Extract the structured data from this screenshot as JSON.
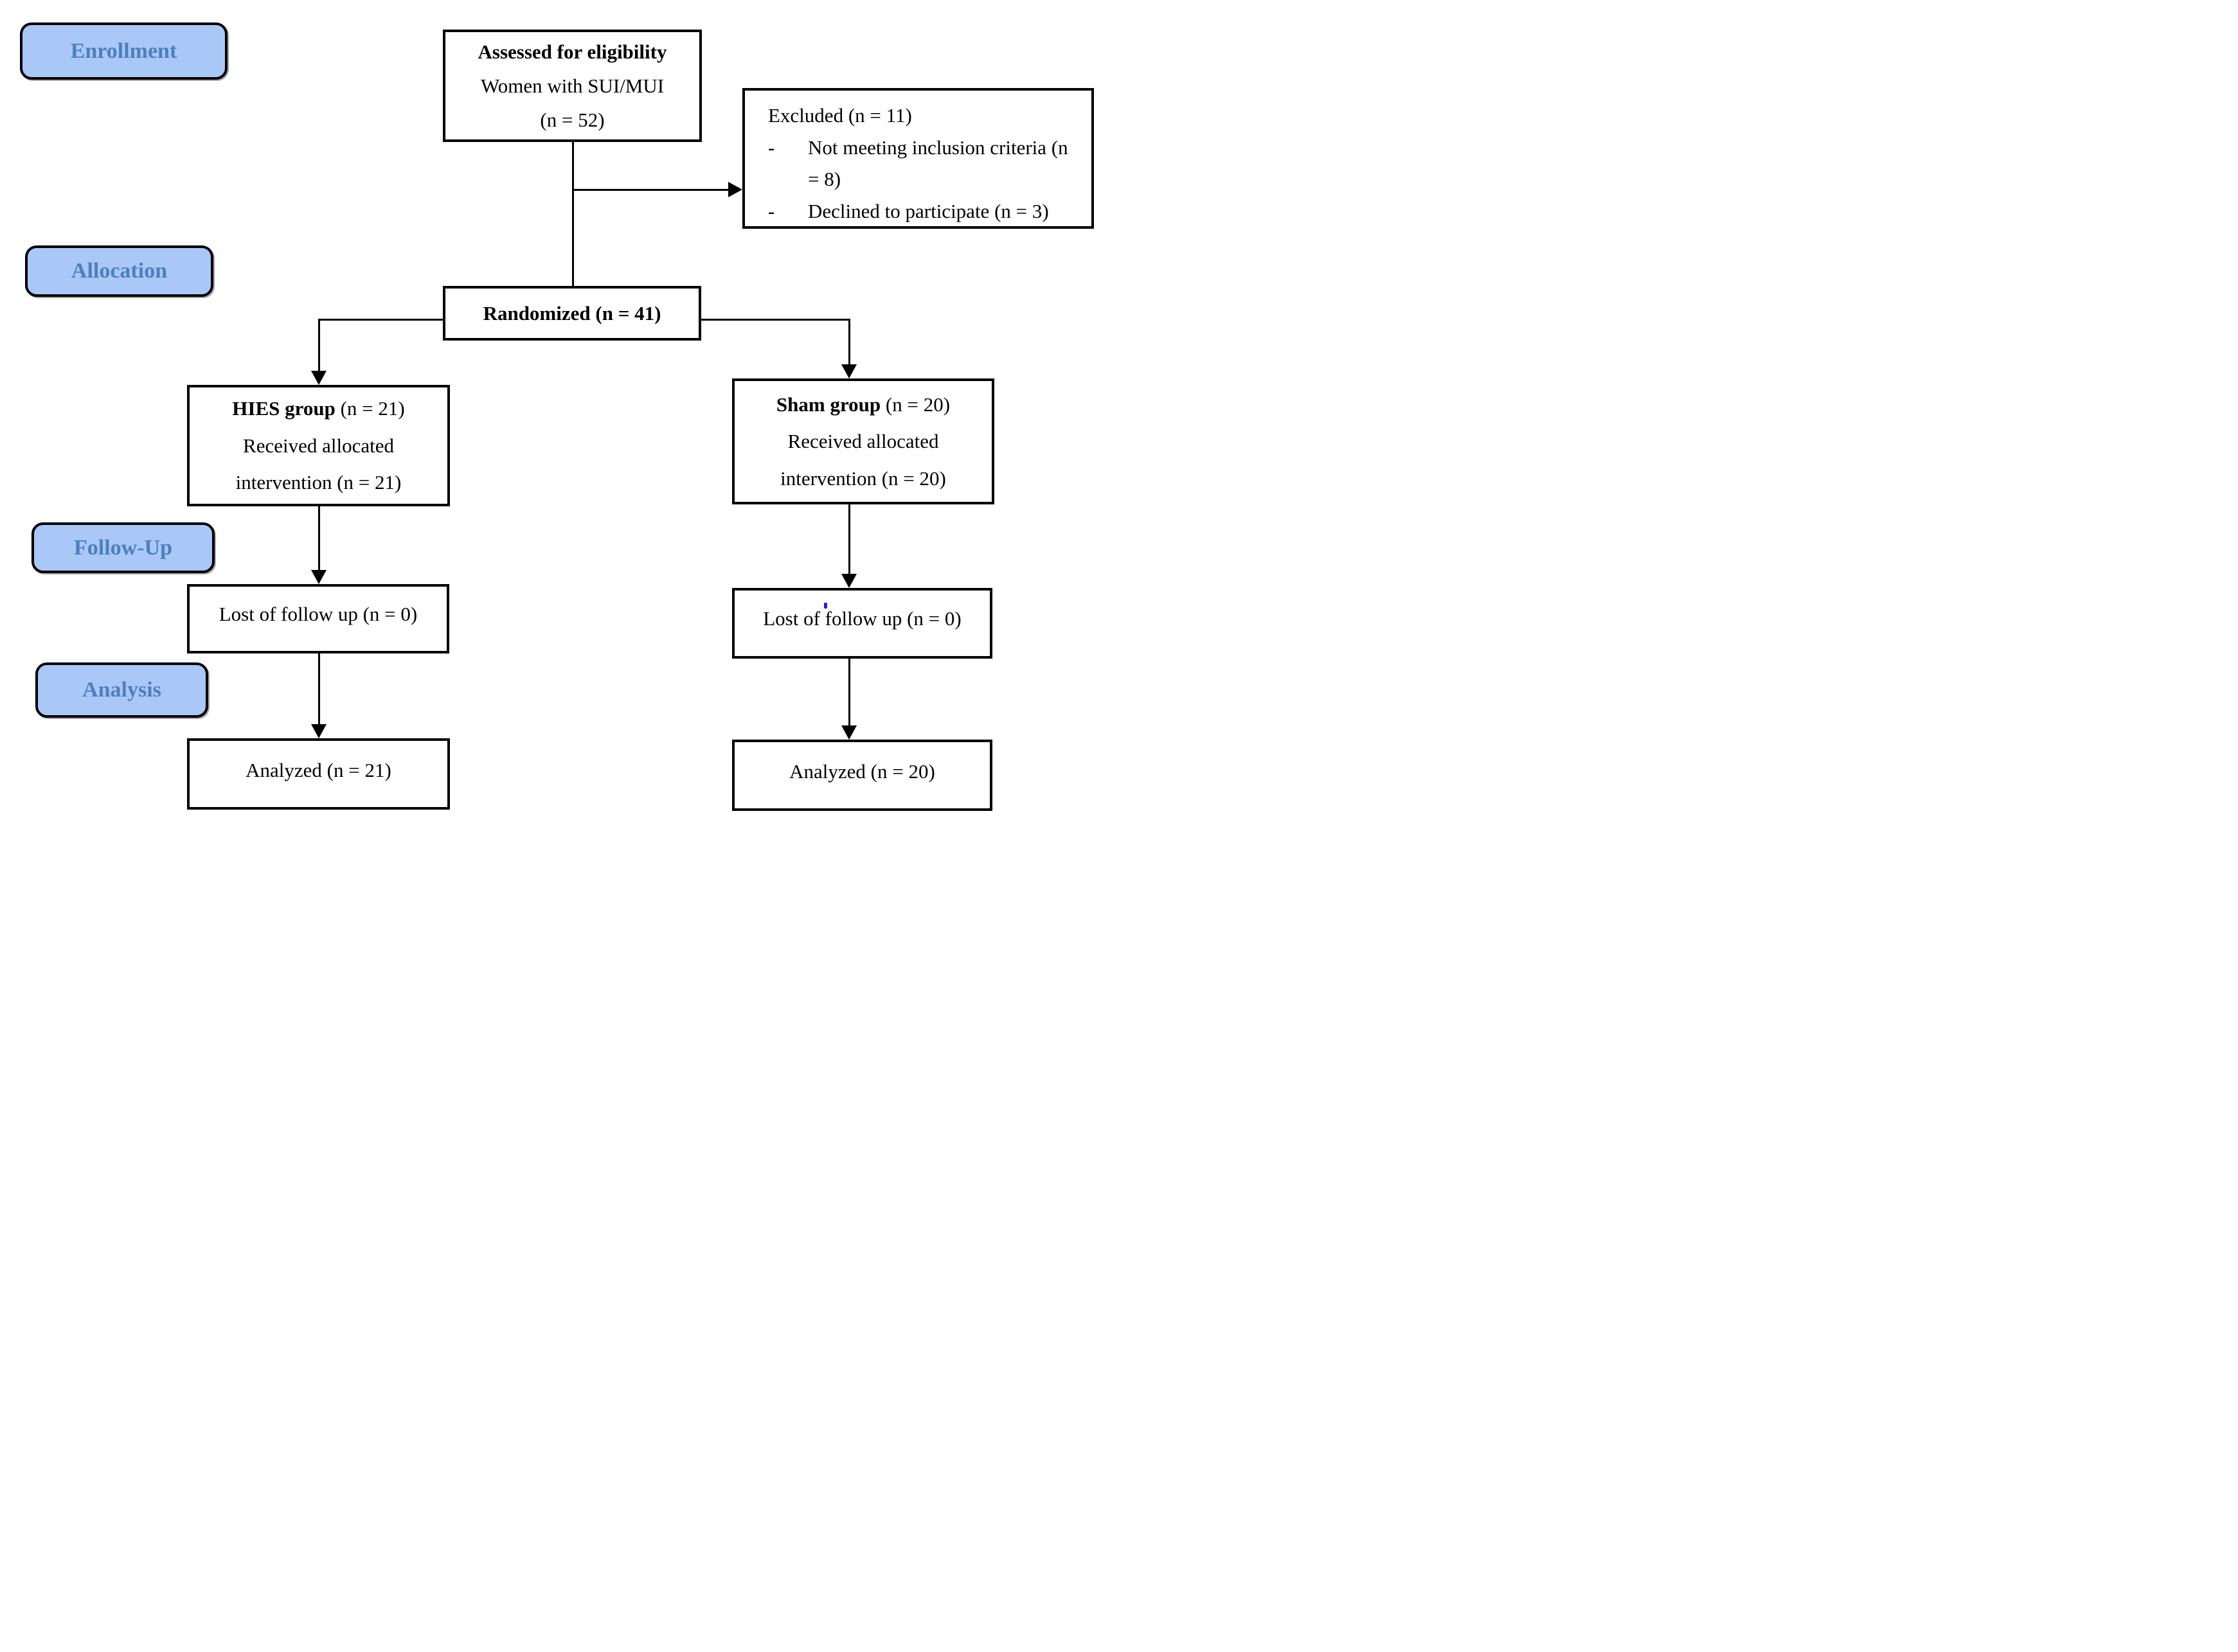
{
  "stages": {
    "enrollment": "Enrollment",
    "allocation": "Allocation",
    "followup": "Follow-Up",
    "analysis": "Analysis"
  },
  "nodes": {
    "assessed": {
      "title": "Assessed for eligibility",
      "subtitle": "Women with SUI/MUI",
      "count": "(n = 52)"
    },
    "excluded": {
      "heading": "Excluded (n = 11)",
      "marker": "-",
      "items": [
        "Not meeting inclusion criteria (n = 8)",
        "Declined to participate (n = 3)"
      ]
    },
    "randomized": {
      "label": "Randomized (n = 41)"
    },
    "hies": {
      "name": "HIES group",
      "count": " (n = 21)",
      "line2": "Received allocated",
      "line3": "intervention (n = 21)"
    },
    "sham": {
      "name": "Sham group",
      "count": " (n = 20)",
      "line2": "Received allocated",
      "line3": "intervention (n = 20)"
    },
    "lost_left": {
      "label": "Lost of follow up (n = 0)"
    },
    "lost_right": {
      "label": "Lost of follow up (n = 0)"
    },
    "analyzed_left": {
      "label": "Analyzed (n = 21)"
    },
    "analyzed_right": {
      "label": "Analyzed (n = 20)"
    }
  },
  "colors": {
    "stage_fill": "#a9c7f7",
    "stage_text": "#4d7fbe",
    "box_border": "#000000",
    "background": "#ffffff",
    "artifact_blue": "#2222dd"
  }
}
